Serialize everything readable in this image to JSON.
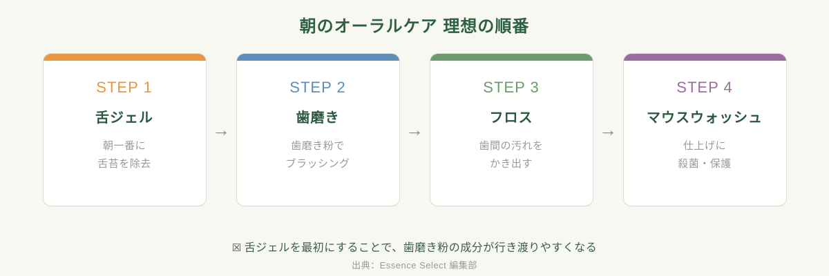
{
  "header": {
    "title": "朝のオーラルケア 理想の順番"
  },
  "steps": [
    {
      "label": "STEP 1",
      "name": "舌ジェル",
      "desc_line1": "朝一番に",
      "desc_line2": "舌苔を除去",
      "accent": "#E8963F"
    },
    {
      "label": "STEP 2",
      "name": "歯磨き",
      "desc_line1": "歯磨き粉で",
      "desc_line2": "ブラッシング",
      "accent": "#5C8EB8"
    },
    {
      "label": "STEP 3",
      "name": "フロス",
      "desc_line1": "歯間の汚れを",
      "desc_line2": "かき出す",
      "accent": "#6C9B6E"
    },
    {
      "label": "STEP 4",
      "name": "マウスウォッシュ",
      "desc_line1": "仕上げに",
      "desc_line2": "殺菌・保護",
      "accent": "#9C6BA1"
    }
  ],
  "connector": {
    "arrow": "→"
  },
  "footer": {
    "icon": "☒",
    "note": "舌ジェルを最初にすることで、歯磨き粉の成分が行き渡りやすくなる",
    "source": "出典：Essence Select 編集部"
  },
  "colors": {
    "background": "#F8F8F2",
    "title": "#2D5F41",
    "card_background": "#FFFFFF",
    "card_border": "#DDDDD5",
    "card_name": "#2B5740",
    "description": "#9A9A9A",
    "arrow": "#8A8A87",
    "note": "#3E5C4B",
    "source": "#9A9A95"
  }
}
